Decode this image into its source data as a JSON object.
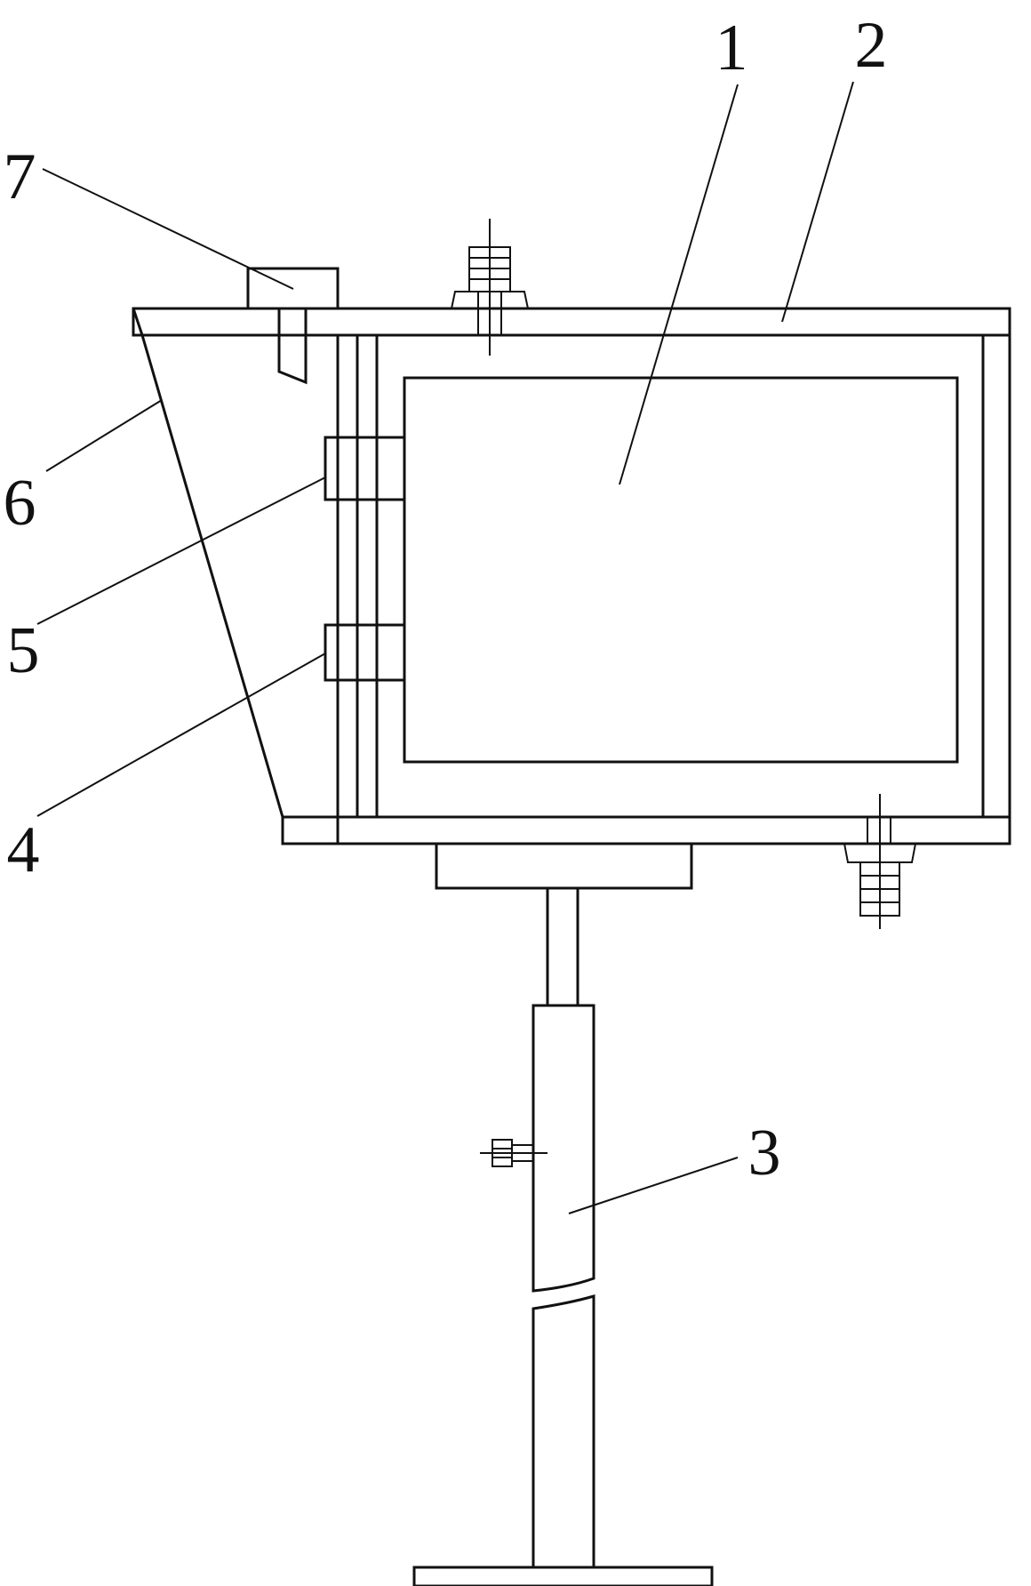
{
  "figure": {
    "labels": [
      {
        "id": "part-1",
        "text": "1"
      },
      {
        "id": "part-2",
        "text": "2"
      },
      {
        "id": "part-3",
        "text": "3"
      },
      {
        "id": "part-4",
        "text": "4"
      },
      {
        "id": "part-5",
        "text": "5"
      },
      {
        "id": "part-6",
        "text": "6"
      },
      {
        "id": "part-7",
        "text": "7"
      }
    ]
  }
}
